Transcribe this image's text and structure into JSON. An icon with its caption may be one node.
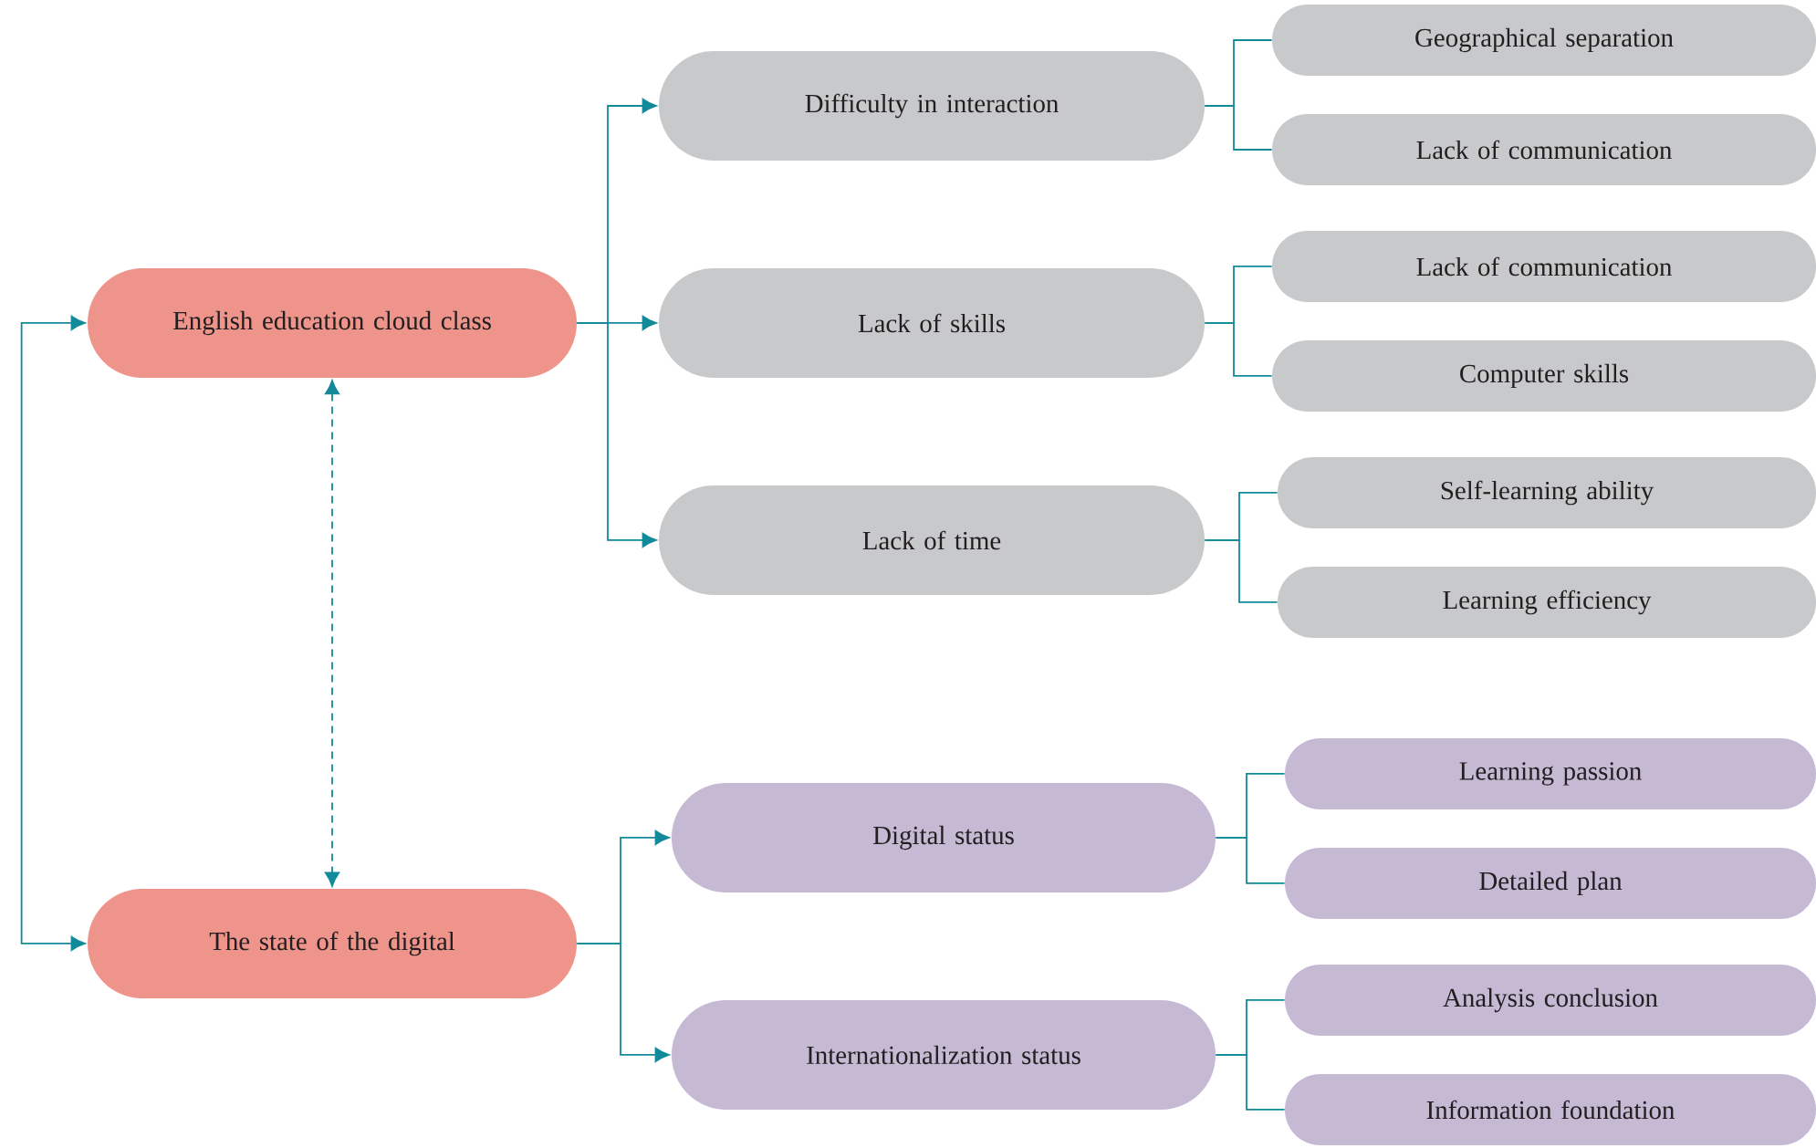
{
  "diagram": {
    "nodes": [
      {
        "text": [
          "English education cloud class"
        ]
      },
      {
        "text": [
          "The state of the digital"
        ]
      },
      {
        "text": [
          "Difficulty in interaction"
        ]
      },
      {
        "text": [
          "Lack of skills"
        ]
      },
      {
        "text": [
          "Lack of time"
        ]
      },
      {
        "text": [
          "Digital status"
        ]
      },
      {
        "text": [
          "Internationalization status"
        ]
      },
      {
        "text": [
          "Geographical separation"
        ]
      },
      {
        "text": [
          "Lack of communication"
        ]
      },
      {
        "text": [
          "Lack of communication"
        ]
      },
      {
        "text": [
          "Computer skills"
        ]
      },
      {
        "text": [
          "Self-learning ability"
        ]
      },
      {
        "text": [
          "Learning efficiency"
        ]
      },
      {
        "text": [
          "Learning passion"
        ]
      },
      {
        "text": [
          "Detailed plan"
        ]
      },
      {
        "text": [
          "Analysis conclusion"
        ]
      },
      {
        "text": [
          "Information foundation"
        ]
      }
    ],
    "edges": [
      {
        "from": 0,
        "to": 1,
        "arrow": "both"
      },
      {
        "from": 0,
        "to": 1,
        "arrow": "both",
        "style": "dashed"
      },
      {
        "from": 0,
        "to": 2,
        "arrow": "to"
      },
      {
        "from": 0,
        "to": 3,
        "arrow": "to"
      },
      {
        "from": 0,
        "to": 4,
        "arrow": "to"
      },
      {
        "from": 1,
        "to": 5,
        "arrow": "to"
      },
      {
        "from": 1,
        "to": 6,
        "arrow": "to"
      },
      {
        "from": 2,
        "to": 7,
        "arrow": "none"
      },
      {
        "from": 2,
        "to": 8,
        "arrow": "none"
      },
      {
        "from": 3,
        "to": 9,
        "arrow": "none"
      },
      {
        "from": 3,
        "to": 10,
        "arrow": "none"
      },
      {
        "from": 4,
        "to": 11,
        "arrow": "none"
      },
      {
        "from": 4,
        "to": 12,
        "arrow": "none"
      },
      {
        "from": 5,
        "to": 13,
        "arrow": "none"
      },
      {
        "from": 5,
        "to": 14,
        "arrow": "none"
      },
      {
        "from": 6,
        "to": 15,
        "arrow": "none"
      },
      {
        "from": 6,
        "to": 16,
        "arrow": "none"
      }
    ]
  }
}
